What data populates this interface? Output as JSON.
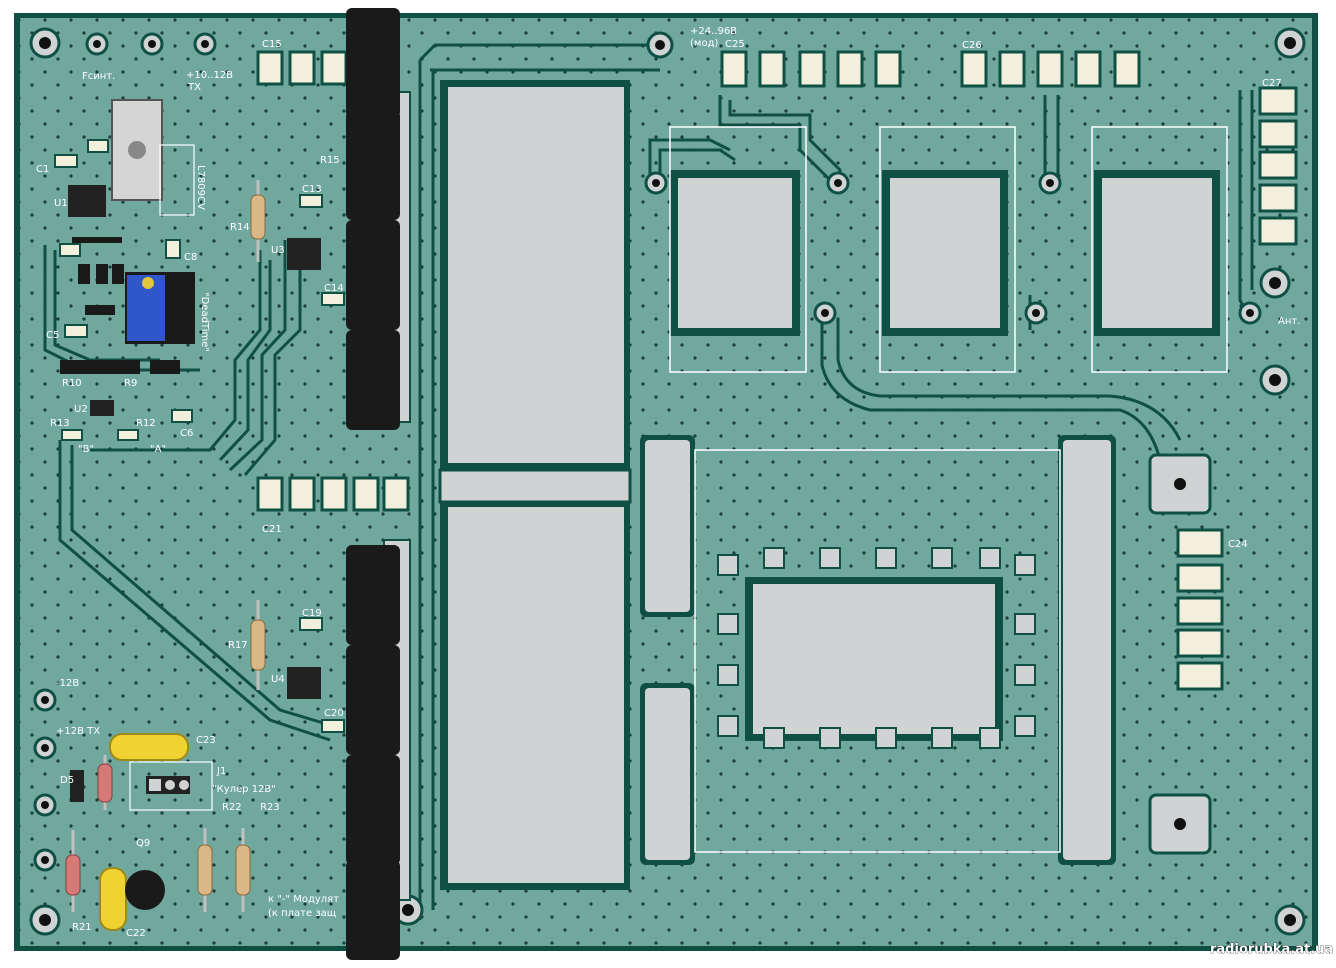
{
  "colors": {
    "board": "#6fa79d",
    "board_dark": "#0f4f44",
    "copper": "#7cb9ae",
    "pour": "#cfd3d3",
    "mosfet": "#1a1a1a",
    "silk": "#ffffff",
    "pad": "#d9dcd8",
    "cap_body": "#f2f0dc",
    "trimmer": "#2f57c9",
    "yellow_cap": "#f0d232"
  },
  "labels": {
    "fsint": "Fсинт.",
    "v10": "+10..12В",
    "tx1": "TX",
    "v24": "+24..96В",
    "mod": "(мод)",
    "c15": "C15",
    "c25": "C25",
    "c26": "C26",
    "c27": "C27",
    "c24": "C24",
    "c21": "C21",
    "c13": "C13",
    "c14": "C14",
    "c19": "C19",
    "c20": "C20",
    "c23": "C23",
    "c22": "C22",
    "c8": "C8",
    "c5": "C5",
    "c6": "C6",
    "c1": "C1",
    "r14": "R14",
    "r15": "R15",
    "r17": "R17",
    "r9": "R9",
    "r10": "R10",
    "r12": "R12",
    "r13": "R13",
    "r21": "R21",
    "r22": "R22",
    "r23": "R23",
    "u1": "U1",
    "u2": "U2",
    "u3": "U3",
    "u4": "U4",
    "reg": "L7809CV",
    "deadtime": "\"DeadTime\"",
    "minus12": "-12В",
    "plus12": "+12В TX",
    "d5": "D5",
    "q9": "Q9",
    "j1": "J1",
    "cooler": "\"Кулер 12В\"",
    "note1": "к \"-\" Модулят",
    "note2": "(к плате защ",
    "ant": "Ант.",
    "labB": "\"B\"",
    "labA": "\"A\"",
    "watermark": "radiorubka.at.ua"
  }
}
